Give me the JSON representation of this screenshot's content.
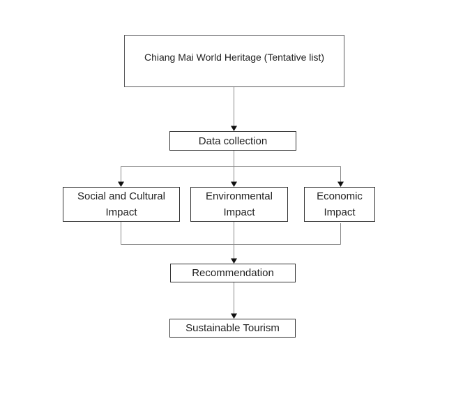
{
  "diagram": {
    "colors": {
      "background": "#ffffff",
      "root_border": "#58585a",
      "node_border": "#333333",
      "connector_line": "#8a8a8a",
      "arrowhead": "#111111",
      "text": "#1f1f1f"
    },
    "nodes": {
      "root": {
        "label": "Chiang Mai World Heritage (Tentative list)"
      },
      "data_collection": {
        "label": "Data collection"
      },
      "social_cultural": {
        "label": "Social and Cultural\nImpact"
      },
      "environmental": {
        "label": "Environmental\nImpact"
      },
      "economic": {
        "label": "Economic\nImpact"
      },
      "recommendation": {
        "label": "Recommendation"
      },
      "sustainable_tourism": {
        "label": "Sustainable Tourism"
      }
    },
    "edges": [
      {
        "from": "root",
        "to": "data_collection"
      },
      {
        "from": "data_collection",
        "to": "social_cultural"
      },
      {
        "from": "data_collection",
        "to": "environmental"
      },
      {
        "from": "data_collection",
        "to": "economic"
      },
      {
        "from": "social_cultural",
        "to": "recommendation"
      },
      {
        "from": "environmental",
        "to": "recommendation"
      },
      {
        "from": "economic",
        "to": "recommendation"
      },
      {
        "from": "recommendation",
        "to": "sustainable_tourism"
      }
    ]
  }
}
